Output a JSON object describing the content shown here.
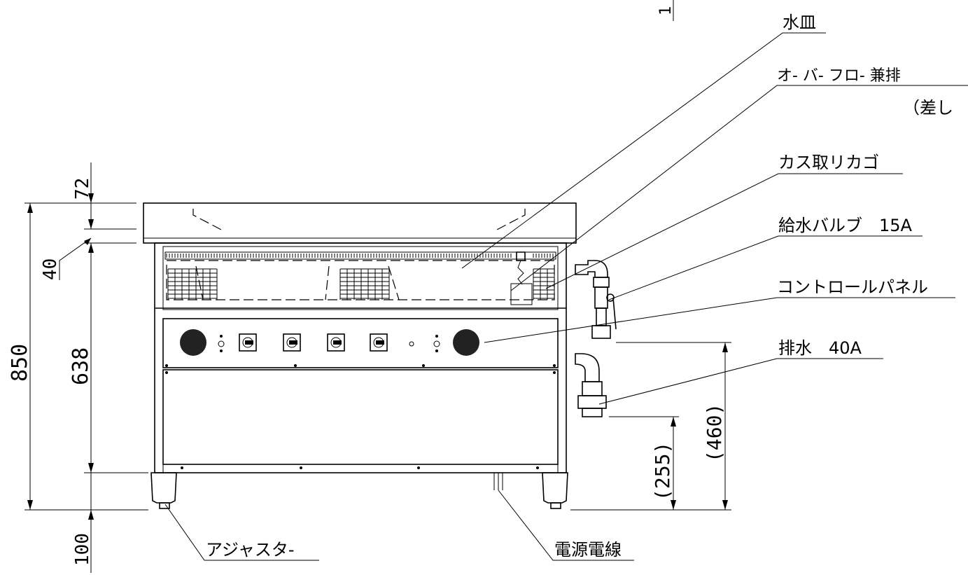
{
  "labels": {
    "water_tray": "水皿",
    "overflow_line1": "オ- バ- フロ- 兼排",
    "overflow_line2": "（差し",
    "debris_basket": "カス取リカゴ",
    "water_valve": "給水バルブ　15A",
    "control_panel": "コントロールパネル",
    "drain": "排水　40A",
    "adjuster": "アジャスタ-",
    "power_cord": "電源電線"
  },
  "dimensions": {
    "top_72": "72",
    "top_40": "40",
    "overall_850": "850",
    "body_638": "638",
    "leg_100": "100",
    "drain_460": "(460)",
    "drain_255": "(255)",
    "top_1": "1"
  }
}
